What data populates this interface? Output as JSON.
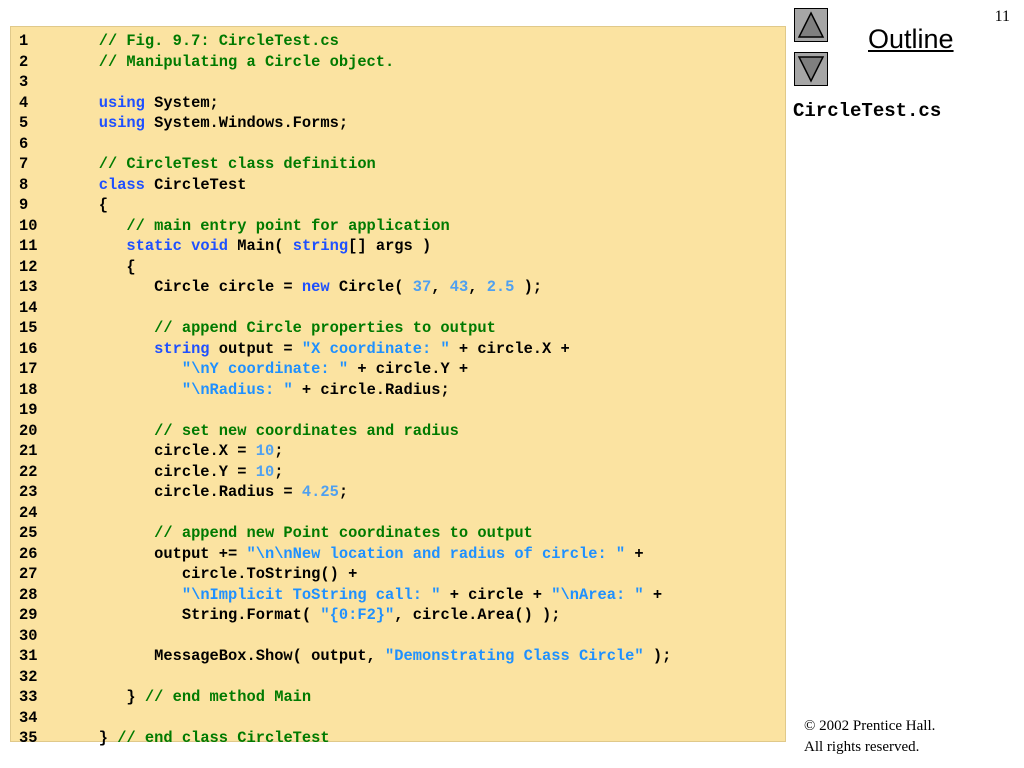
{
  "page_number": "11",
  "nav": {
    "up_icon": "triangle-up-icon",
    "down_icon": "triangle-down-icon"
  },
  "outline_title": "Outline",
  "file_label": "CircleTest.cs",
  "copyright": {
    "line1": "© 2002 Prentice Hall.",
    "line2": "All rights reserved."
  },
  "colors": {
    "code_background": "#fbe3a1",
    "comment": "#007a00",
    "keyword": "#1e50ff",
    "string": "#1e90ff",
    "number": "#4fa0f0"
  },
  "code_lines": [
    {
      "n": "1",
      "tokens": [
        [
          "comment",
          "// Fig. 9.7: CircleTest.cs"
        ]
      ],
      "indent": "   "
    },
    {
      "n": "2",
      "tokens": [
        [
          "comment",
          "// Manipulating a Circle object."
        ]
      ],
      "indent": "   "
    },
    {
      "n": "3",
      "tokens": [],
      "indent": ""
    },
    {
      "n": "4",
      "tokens": [
        [
          "keyword",
          "using"
        ],
        [
          "plain",
          " System;"
        ]
      ],
      "indent": "   "
    },
    {
      "n": "5",
      "tokens": [
        [
          "keyword",
          "using"
        ],
        [
          "plain",
          " System.Windows.Forms;"
        ]
      ],
      "indent": "   "
    },
    {
      "n": "6",
      "tokens": [],
      "indent": ""
    },
    {
      "n": "7",
      "tokens": [
        [
          "comment",
          "// CircleTest class definition"
        ]
      ],
      "indent": "   "
    },
    {
      "n": "8",
      "tokens": [
        [
          "keyword",
          "class"
        ],
        [
          "plain",
          " CircleTest"
        ]
      ],
      "indent": "   "
    },
    {
      "n": "9",
      "tokens": [
        [
          "plain",
          "{"
        ]
      ],
      "indent": "   "
    },
    {
      "n": "10",
      "tokens": [
        [
          "comment",
          "// main entry point for application"
        ]
      ],
      "indent": "      "
    },
    {
      "n": "11",
      "tokens": [
        [
          "keyword",
          "static"
        ],
        [
          "plain",
          " "
        ],
        [
          "keyword",
          "void"
        ],
        [
          "plain",
          " Main( "
        ],
        [
          "keyword",
          "string"
        ],
        [
          "plain",
          "[] args )"
        ]
      ],
      "indent": "      "
    },
    {
      "n": "12",
      "tokens": [
        [
          "plain",
          "{"
        ]
      ],
      "indent": "      "
    },
    {
      "n": "13",
      "tokens": [
        [
          "plain",
          "Circle circle = "
        ],
        [
          "keyword",
          "new"
        ],
        [
          "plain",
          " Circle( "
        ],
        [
          "number",
          "37"
        ],
        [
          "plain",
          ", "
        ],
        [
          "number",
          "43"
        ],
        [
          "plain",
          ", "
        ],
        [
          "number",
          "2.5"
        ],
        [
          "plain",
          " );"
        ]
      ],
      "indent": "         "
    },
    {
      "n": "14",
      "tokens": [],
      "indent": ""
    },
    {
      "n": "15",
      "tokens": [
        [
          "comment",
          "// append Circle properties to output"
        ]
      ],
      "indent": "         "
    },
    {
      "n": "16",
      "tokens": [
        [
          "keyword",
          "string"
        ],
        [
          "plain",
          " output = "
        ],
        [
          "string",
          "\"X coordinate: \""
        ],
        [
          "plain",
          " + circle.X +"
        ]
      ],
      "indent": "         "
    },
    {
      "n": "17",
      "tokens": [
        [
          "string",
          "\"\\nY coordinate: \""
        ],
        [
          "plain",
          " + circle.Y +"
        ]
      ],
      "indent": "            "
    },
    {
      "n": "18",
      "tokens": [
        [
          "string",
          "\"\\nRadius: \""
        ],
        [
          "plain",
          " + circle.Radius;"
        ]
      ],
      "indent": "            "
    },
    {
      "n": "19",
      "tokens": [],
      "indent": ""
    },
    {
      "n": "20",
      "tokens": [
        [
          "comment",
          "// set new coordinates and radius"
        ]
      ],
      "indent": "         "
    },
    {
      "n": "21",
      "tokens": [
        [
          "plain",
          "circle.X = "
        ],
        [
          "number",
          "10"
        ],
        [
          "plain",
          ";"
        ]
      ],
      "indent": "         "
    },
    {
      "n": "22",
      "tokens": [
        [
          "plain",
          "circle.Y = "
        ],
        [
          "number",
          "10"
        ],
        [
          "plain",
          ";"
        ]
      ],
      "indent": "         "
    },
    {
      "n": "23",
      "tokens": [
        [
          "plain",
          "circle.Radius = "
        ],
        [
          "number",
          "4.25"
        ],
        [
          "plain",
          ";"
        ]
      ],
      "indent": "         "
    },
    {
      "n": "24",
      "tokens": [],
      "indent": ""
    },
    {
      "n": "25",
      "tokens": [
        [
          "comment",
          "// append new Point coordinates to output"
        ]
      ],
      "indent": "         "
    },
    {
      "n": "26",
      "tokens": [
        [
          "plain",
          "output += "
        ],
        [
          "string",
          "\"\\n\\nNew location and radius of circle: \""
        ],
        [
          "plain",
          " +"
        ]
      ],
      "indent": "         "
    },
    {
      "n": "27",
      "tokens": [
        [
          "plain",
          "circle.ToString() +"
        ]
      ],
      "indent": "            "
    },
    {
      "n": "28",
      "tokens": [
        [
          "string",
          "\"\\nImplicit ToString call: \""
        ],
        [
          "plain",
          " + circle + "
        ],
        [
          "string",
          "\"\\nArea: \""
        ],
        [
          "plain",
          " +"
        ]
      ],
      "indent": "            "
    },
    {
      "n": "29",
      "tokens": [
        [
          "plain",
          "String.Format( "
        ],
        [
          "string",
          "\"{0:F2}\""
        ],
        [
          "plain",
          ", circle.Area() );"
        ]
      ],
      "indent": "            "
    },
    {
      "n": "30",
      "tokens": [],
      "indent": ""
    },
    {
      "n": "31",
      "tokens": [
        [
          "plain",
          "MessageBox.Show( output, "
        ],
        [
          "string",
          "\"Demonstrating Class Circle\""
        ],
        [
          "plain",
          " );"
        ]
      ],
      "indent": "         "
    },
    {
      "n": "32",
      "tokens": [],
      "indent": ""
    },
    {
      "n": "33",
      "tokens": [
        [
          "plain",
          "} "
        ],
        [
          "comment",
          "// end method Main"
        ]
      ],
      "indent": "      "
    },
    {
      "n": "34",
      "tokens": [],
      "indent": ""
    },
    {
      "n": "35",
      "tokens": [
        [
          "plain",
          "} "
        ],
        [
          "comment",
          "// end class CircleTest"
        ]
      ],
      "indent": "   "
    }
  ]
}
